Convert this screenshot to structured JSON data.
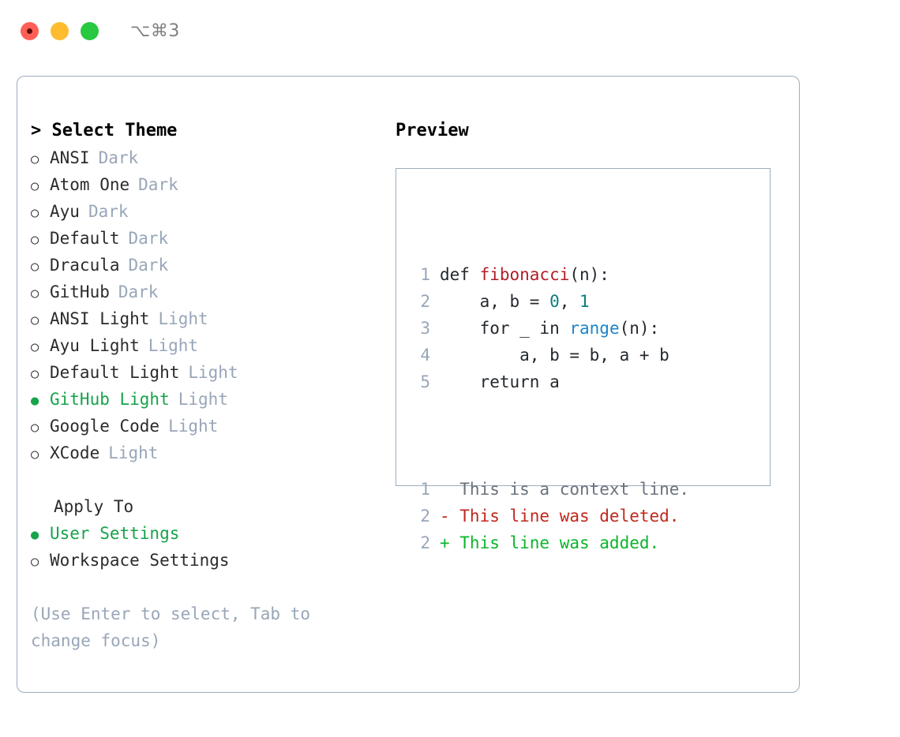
{
  "titlebar": {
    "dots": [
      {
        "name": "close-button",
        "color": "#ff5f57"
      },
      {
        "name": "minimize-button",
        "color": "#febc2e"
      },
      {
        "name": "maximize-button",
        "color": "#28c840"
      }
    ],
    "shortcut": "⌥⌘3"
  },
  "theme_section": {
    "header": "> Select Theme",
    "items": [
      {
        "marker": "○",
        "label": "ANSI",
        "suffix": "Dark",
        "selected": false
      },
      {
        "marker": "○",
        "label": "Atom One",
        "suffix": "Dark",
        "selected": false
      },
      {
        "marker": "○",
        "label": "Ayu",
        "suffix": "Dark",
        "selected": false
      },
      {
        "marker": "○",
        "label": "Default",
        "suffix": "Dark",
        "selected": false
      },
      {
        "marker": "○",
        "label": "Dracula",
        "suffix": "Dark",
        "selected": false
      },
      {
        "marker": "○",
        "label": "GitHub",
        "suffix": "Dark",
        "selected": false
      },
      {
        "marker": "○",
        "label": "ANSI Light",
        "suffix": "Light",
        "selected": false
      },
      {
        "marker": "○",
        "label": "Ayu Light",
        "suffix": "Light",
        "selected": false
      },
      {
        "marker": "○",
        "label": "Default Light",
        "suffix": "Light",
        "selected": false
      },
      {
        "marker": "●",
        "label": "GitHub Light",
        "suffix": "Light",
        "selected": true
      },
      {
        "marker": "○",
        "label": "Google Code",
        "suffix": "Light",
        "selected": false
      },
      {
        "marker": "○",
        "label": "XCode",
        "suffix": "Light",
        "selected": false
      }
    ]
  },
  "apply_section": {
    "header": "Apply To",
    "items": [
      {
        "marker": "●",
        "label": "User Settings",
        "selected": true
      },
      {
        "marker": "○",
        "label": "Workspace Settings",
        "selected": false
      }
    ]
  },
  "hint": "(Use Enter to select, Tab to change focus)",
  "preview": {
    "title": "Preview",
    "code_lines": [
      {
        "no": "1",
        "segments": [
          {
            "t": "def ",
            "c": "plain"
          },
          {
            "t": "fibonacci",
            "c": "fn"
          },
          {
            "t": "(n):",
            "c": "plain"
          }
        ]
      },
      {
        "no": "2",
        "segments": [
          {
            "t": "    a, b = ",
            "c": "plain"
          },
          {
            "t": "0",
            "c": "num"
          },
          {
            "t": ", ",
            "c": "plain"
          },
          {
            "t": "1",
            "c": "num"
          }
        ]
      },
      {
        "no": "3",
        "segments": [
          {
            "t": "    for _ in ",
            "c": "plain"
          },
          {
            "t": "range",
            "c": "bi"
          },
          {
            "t": "(n):",
            "c": "plain"
          }
        ]
      },
      {
        "no": "4",
        "segments": [
          {
            "t": "        a, b = b, a + b",
            "c": "plain"
          }
        ]
      },
      {
        "no": "5",
        "segments": [
          {
            "t": "    return a",
            "c": "plain"
          }
        ]
      }
    ],
    "diff_lines": [
      {
        "no": "1",
        "text": "  This is a context line.",
        "kind": "ctx"
      },
      {
        "no": "2",
        "text": "- This line was deleted.",
        "kind": "del"
      },
      {
        "no": "2",
        "text": "+ This line was added.",
        "kind": "add"
      }
    ]
  },
  "colors": {
    "accent_green": "#16a34a",
    "muted": "#98a6b8",
    "border": "#9dacbd",
    "diff_add": "#0ab52b",
    "diff_del": "#c0281c",
    "syntax_fn": "#b31d28",
    "syntax_num": "#0d7d7d",
    "syntax_builtin": "#1a85c8"
  }
}
